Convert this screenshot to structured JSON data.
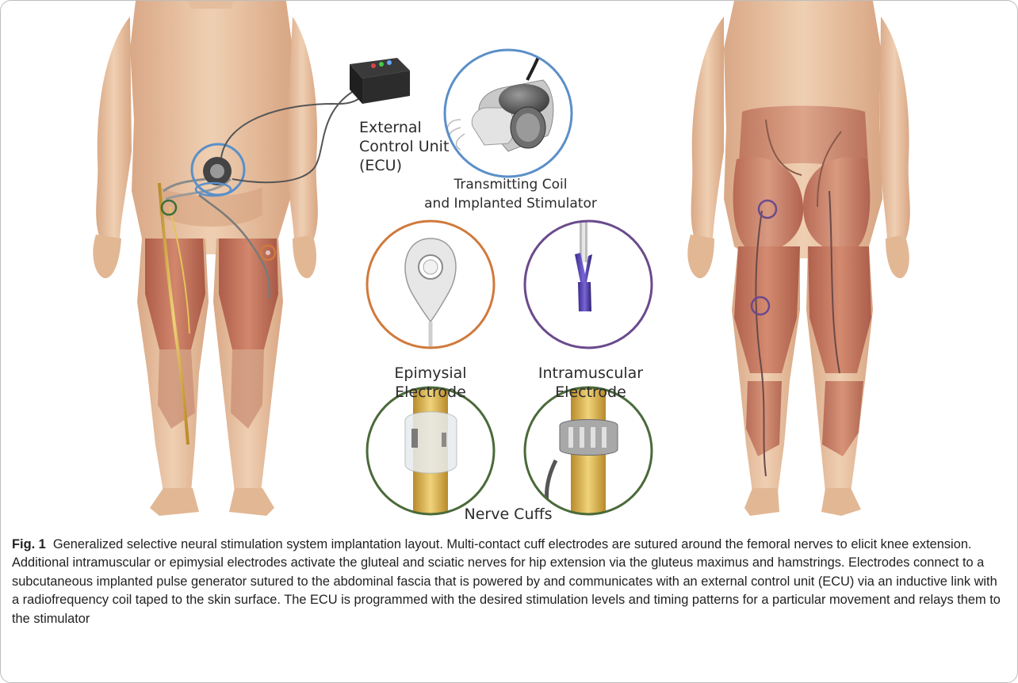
{
  "labels": {
    "ecu": [
      "External",
      "Control Unit",
      "(ECU)"
    ],
    "coil": [
      "Transmitting Coil",
      "and Implanted Stimulator"
    ],
    "epimysial": [
      "Epimysial",
      "Electrode"
    ],
    "intramuscular": [
      "Intramuscular",
      "Electrode"
    ],
    "nerve_cuffs": "Nerve Cuffs"
  },
  "caption": {
    "fig_label": "Fig. 1",
    "text": "Generalized selective neural stimulation system implantation layout. Multi-contact cuff electrodes are sutured around the femoral nerves to elicit knee extension. Additional intramuscular or epimysial electrodes activate the gluteal and sciatic nerves for hip extension via the gluteus maximus and hamstrings. Electrodes connect to a subcutaneous implanted pulse generator sutured to the abdominal fascia that is powered by and communicates with an external control unit (ECU) via an inductive link with a radiofrequency coil taped to the skin surface. The ECU is programmed with the desired stimulation levels and timing patterns for a particular movement and relays them to the stimulator"
  },
  "colors": {
    "skin": "#e9c7a8",
    "muscle": "#c8735a",
    "coil_ring": "#5b8fc8",
    "epimysial_ring": "#d07a3c",
    "intramuscular_ring": "#6a4a8c",
    "cuff_ring": "#4a6a3a",
    "nerve": "#d9b24a"
  },
  "icons": [
    "front-body-illustration",
    "back-body-illustration",
    "ecu-box-icon",
    "transmitting-coil-icon",
    "epimysial-electrode-icon",
    "intramuscular-electrode-icon",
    "nerve-cuff-icon"
  ]
}
